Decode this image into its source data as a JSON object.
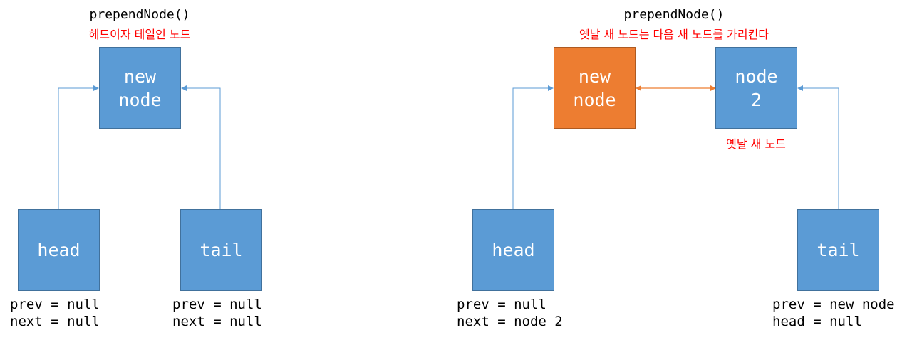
{
  "left": {
    "title": "prependNode()",
    "note": "헤드이자 테일인 노드",
    "nodes": {
      "new_node": "new\nnode",
      "head": "head",
      "tail": "tail"
    },
    "head_props": {
      "prev": "prev = null",
      "next": "next = null"
    },
    "tail_props": {
      "prev": "prev = null",
      "next": "next = null"
    }
  },
  "right": {
    "title": "prependNode()",
    "note": "옛날 새 노드는 다음 새 노드를 가리킨다",
    "node2_note": "옛날 새 노드",
    "nodes": {
      "new_node": "new\nnode",
      "node2": "node\n2",
      "head": "head",
      "tail": "tail"
    },
    "head_props": {
      "prev": "prev = null",
      "next": "next = node 2"
    },
    "tail_props": {
      "prev": "prev = new node",
      "next": "head = null"
    }
  },
  "colors": {
    "node_blue": "#5b9bd5",
    "node_orange": "#ed7d31",
    "connector_blue": "#5b9bd5",
    "connector_orange": "#ed7d31",
    "annotation_red": "#ff0000"
  }
}
